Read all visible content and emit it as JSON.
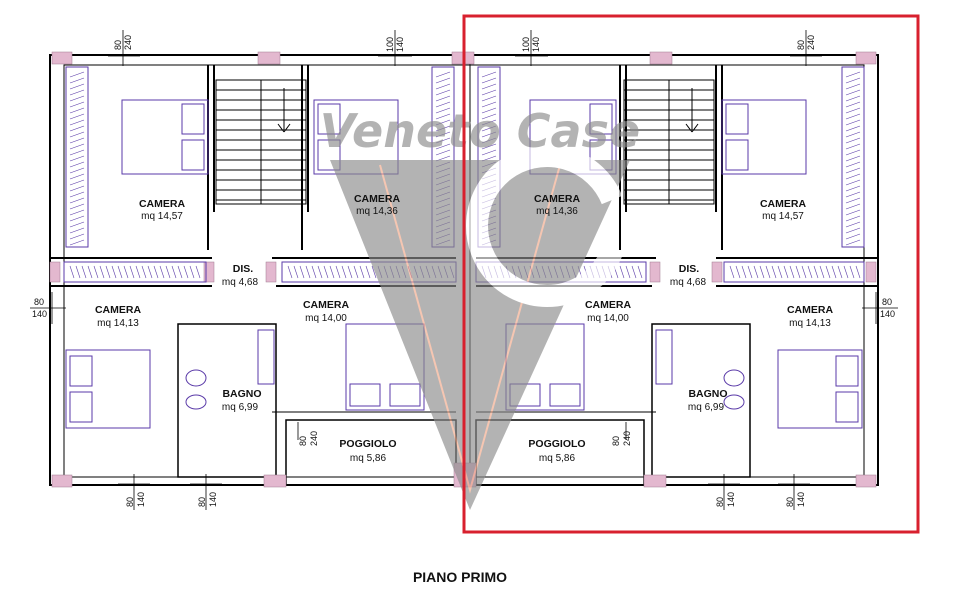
{
  "plan_title": "PIANO PRIMO",
  "watermark": {
    "text": "Veneto Case",
    "color": "#8c8c8c"
  },
  "highlight_color": "#d8202e",
  "unit_colors": {
    "wall": "#000000",
    "furniture": "#5a3aa8",
    "column": "#e3b8cf"
  },
  "rooms": {
    "left": {
      "camera_a": {
        "name": "CAMERA",
        "area": "mq 14,57"
      },
      "camera_b": {
        "name": "CAMERA",
        "area": "mq 14,36"
      },
      "dis": {
        "name": "DIS.",
        "area": "mq 4,68"
      },
      "camera_c": {
        "name": "CAMERA",
        "area": "mq 14,13"
      },
      "camera_d": {
        "name": "CAMERA",
        "area": "mq 14,00"
      },
      "bagno": {
        "name": "BAGNO",
        "area": "mq 6,99"
      },
      "poggiolo": {
        "name": "POGGIOLO",
        "area": "mq 5,86"
      }
    },
    "right": {
      "camera_a": {
        "name": "CAMERA",
        "area": "mq 14,36"
      },
      "camera_b": {
        "name": "CAMERA",
        "area": "mq 14,57"
      },
      "dis": {
        "name": "DIS.",
        "area": "mq 4,68"
      },
      "camera_c": {
        "name": "CAMERA",
        "area": "mq 14,00"
      },
      "camera_d": {
        "name": "CAMERA",
        "area": "mq 14,13"
      },
      "bagno": {
        "name": "BAGNO",
        "area": "mq 6,99"
      },
      "poggiolo": {
        "name": "POGGIOLO",
        "area": "mq 5,86"
      }
    }
  },
  "dims": {
    "top_l1_w": "80",
    "top_l1_h": "240",
    "top_l2_w": "100",
    "top_l2_h": "140",
    "top_r1_w": "100",
    "top_r1_h": "140",
    "top_r2_w": "80",
    "top_r2_h": "240",
    "side_l_w": "80",
    "side_l_h": "140",
    "side_r_w": "80",
    "side_r_h": "140",
    "bot_l1_w": "80",
    "bot_l1_h": "140",
    "bot_l2_w": "80",
    "bot_l2_h": "140",
    "bot_r1_w": "80",
    "bot_r1_h": "140",
    "bot_r2_w": "80",
    "bot_r2_h": "140",
    "pog_l_w": "80",
    "pog_l_h": "240",
    "pog_r_w": "80",
    "pog_r_h": "240"
  }
}
